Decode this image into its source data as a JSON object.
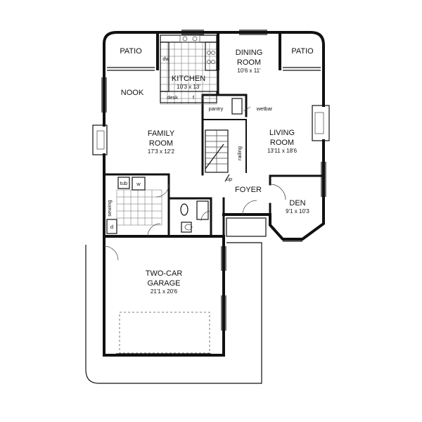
{
  "rooms": {
    "patio_left": {
      "name": "PATIO"
    },
    "patio_right": {
      "name": "PATIO"
    },
    "dining": {
      "name_line1": "DINING",
      "name_line2": "ROOM",
      "dims": "10'6 x 11'"
    },
    "kitchen": {
      "name": "KITCHEN",
      "dims": "10'3 x 13'"
    },
    "nook": {
      "name": "NOOK"
    },
    "family": {
      "name_line1": "FAMILY",
      "name_line2": "ROOM",
      "dims": "17'3 x 12'2"
    },
    "living": {
      "name_line1": "LIVING",
      "name_line2": "ROOM",
      "dims": "13'11 x 18'6"
    },
    "foyer": {
      "name": "FOYER"
    },
    "den": {
      "name": "DEN",
      "dims": "9'1 x 10'3"
    },
    "garage": {
      "name_line1": "TWO-CAR",
      "name_line2": "GARAGE",
      "dims": "21'1 x 20'6"
    }
  },
  "fixtures": {
    "dw": "dw",
    "desk": "desk",
    "f": "f",
    "pantry": "pantry",
    "wetbar": "wetbar",
    "railing": "railing",
    "up": "up",
    "tub": "tub",
    "w": "w",
    "d": "d",
    "sewing": "sewing"
  }
}
